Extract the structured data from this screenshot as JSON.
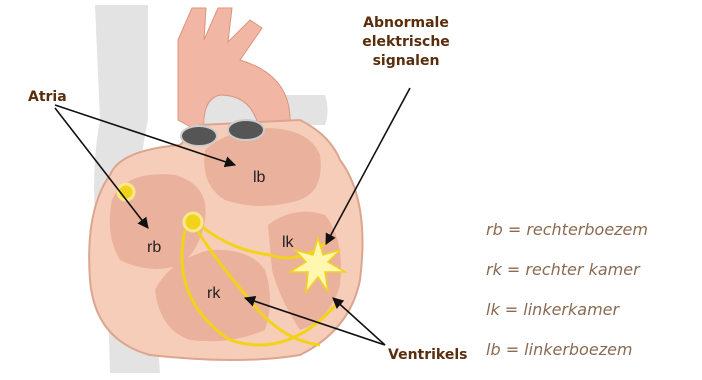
{
  "labels": {
    "atria": "Atria",
    "abnormal_signals": [
      "Abnormale",
      "elektrische",
      "signalen"
    ],
    "ventricles": "Ventrikels"
  },
  "chambers": {
    "rb": "rb",
    "lb": "lb",
    "rk": "rk",
    "lk": "lk"
  },
  "legend": [
    "rb = rechterboezem",
    "rk = rechter kamer",
    "lk = linkerkamer",
    "lb = linkerboezem"
  ],
  "colors": {
    "vessel_gray": "#e3e3e3",
    "heart_wall": "#f6cdb8",
    "chamber_fill": "#eab29c",
    "conduction": "#f3d21a",
    "callout_text": "#5a2d0c",
    "legend_text": "#8a6a52"
  }
}
